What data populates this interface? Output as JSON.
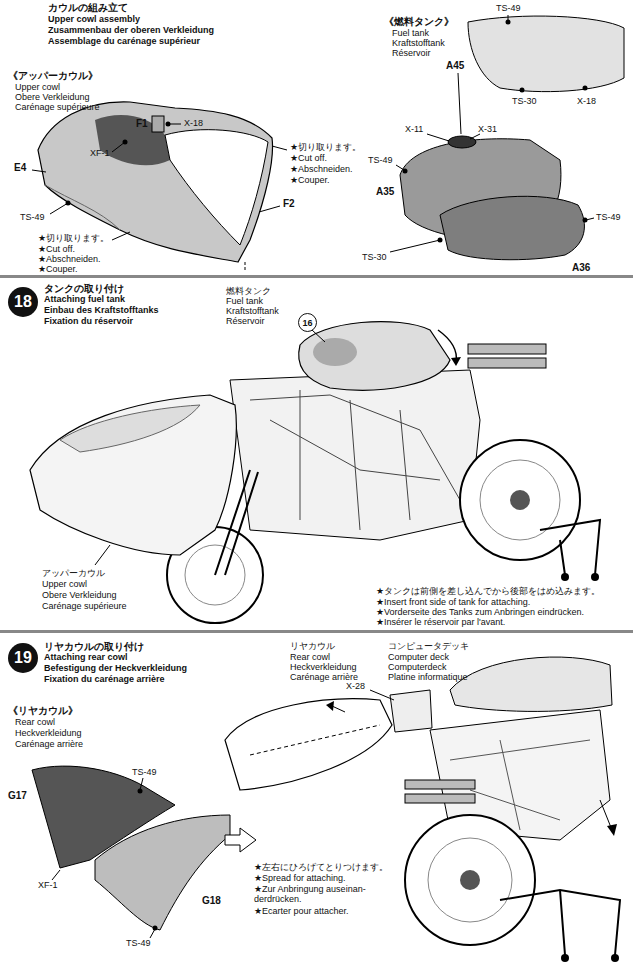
{
  "diagram": {
    "nodes": [
      {
        "text": [
          "18"
        ]
      },
      {
        "text": [
          "19"
        ]
      },
      {
        "text": [
          "16"
        ]
      }
    ],
    "labels": [
      "カウルの組み立て",
      "Upper cowl assembly",
      "Zusammenbau der oberen Verkleidung",
      "Assemblage du carénage supérieur",
      "《アッパーカウル》",
      "Upper cowl",
      "Obere Verkleidung",
      "Carénage supérieure",
      "F1",
      "X-18",
      "XF-1",
      "★切り取ります。",
      "★Cut off.",
      "★Abschneiden.",
      "★Couper.",
      "E4",
      "TS-49",
      "F2",
      "★切り取ります。",
      "★Cut off.",
      "★Abschneiden.",
      "★Couper.",
      "《燃料タンク》",
      "Fuel tank",
      "Kraftstofftank",
      "Réservoir",
      "TS-49",
      "TS-30",
      "X-18",
      "A45",
      "X-11",
      "X-31",
      "A35",
      "TS-49",
      "TS-49",
      "TS-30",
      "A36",
      "タンクの取り付け",
      "Attaching fuel tank",
      "Einbau des Kraftstofftanks",
      "Fixation du réservoir",
      "燃料タンク",
      "Fuel tank",
      "Kraftstofftank",
      "Réservoir",
      "アッパーカウル",
      "Upper cowl",
      "Obere Verkleidung",
      "Carénage supérieure",
      "★タンクは前側を差し込んでから後部をはめ込みます。",
      "★Insert front side of tank for attaching.",
      "★Vorderseite des Tanks zum Anbringen eindrücken.",
      "★Insérer le réservoir par l'avant.",
      "リヤカウルの取り付け",
      "Attaching rear cowl",
      "Befestigung der Heckverkleidung",
      "Fixation du carénage arrière",
      "《リヤカウル》",
      "Rear cowl",
      "Heckverkleidung",
      "Carénage arrière",
      "リヤカウル",
      "Rear cowl",
      "Heckverkleidung",
      "Carénage arrière",
      "コンピュータデッキ",
      "Computer deck",
      "Computerdeck",
      "Platine informatique",
      "X-28",
      "G17",
      "TS-49",
      "XF-1",
      "G18",
      "TS-49",
      "★左右にひろげてとりつけます。",
      "★Spread for attaching.",
      "★Zur Anbringung auseinan- derdrücken.",
      "★Ecarter pour attacher."
    ]
  }
}
